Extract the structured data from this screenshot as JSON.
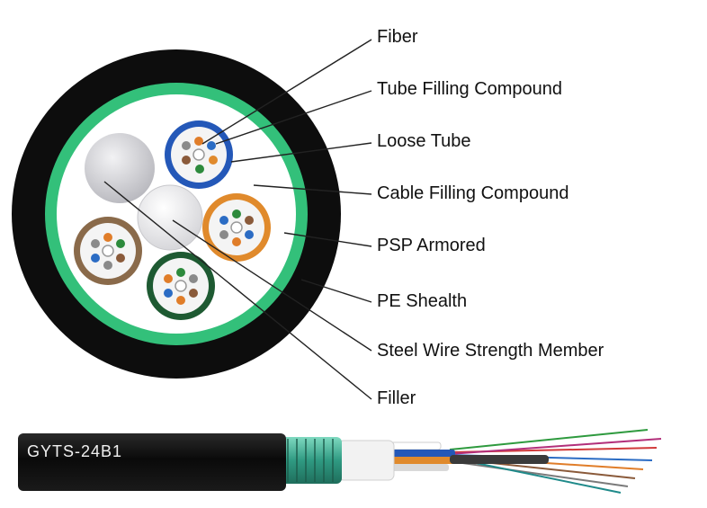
{
  "labels": {
    "fiber": "Fiber",
    "tube_filling_compound": "Tube Filling Compound",
    "loose_tube": "Loose Tube",
    "cable_filling_compound": "Cable Filling Compound",
    "psp_armored": "PSP Armored",
    "pe_sheath": "PE Shealth",
    "steel_wire_strength_member": "Steel Wire Strength Member",
    "filler": "Filler"
  },
  "cable_print": "GYTS-24B1",
  "colors": {
    "pe_sheath": "#0d0d0d",
    "armor": "#33c07a",
    "filling": "#ffffff",
    "tube_blue": "#2458b8",
    "tube_orange": "#e08a2c",
    "tube_brown": "#8a6a4a",
    "tube_darkgreen": "#1e5a32",
    "filler_gray": "#c8c8cc",
    "armor_steel": "#3aa88a"
  }
}
